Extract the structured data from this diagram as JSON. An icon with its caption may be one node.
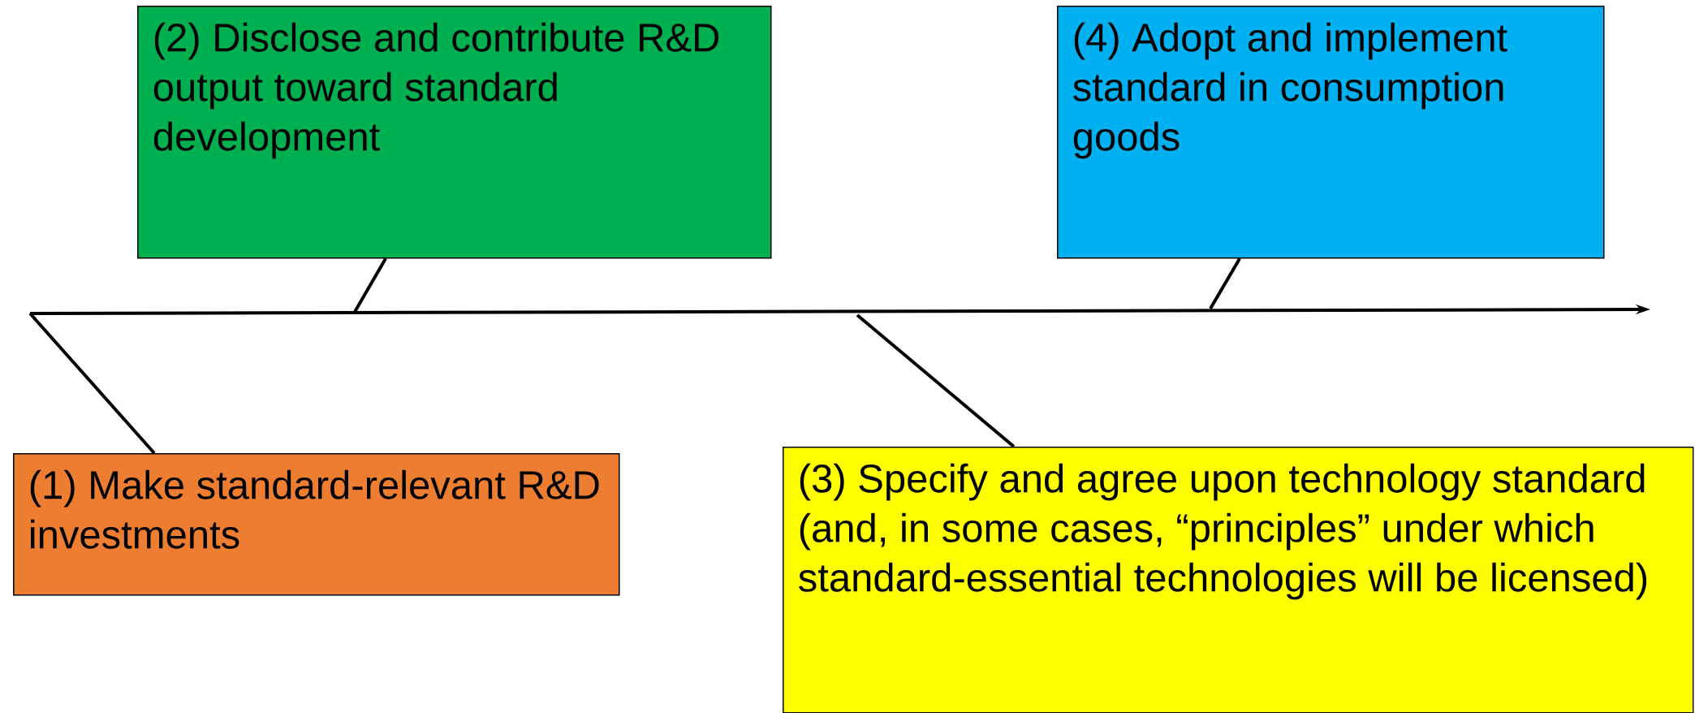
{
  "diagram": {
    "nodes": [
      {
        "text": [
          "(1) Make standard-relevant R&D investments"
        ]
      },
      {
        "text": [
          "(2) Disclose and contribute R&D output toward standard development"
        ]
      },
      {
        "text": [
          "(3) Specify and agree upon technology standard (and, in some cases, “principles” under which standard-essential technologies will be licensed)"
        ]
      },
      {
        "text": [
          "(4) Adopt and implement standard in consumption goods"
        ]
      }
    ],
    "edges": [
      {
        "from": 0,
        "to": null,
        "arrow": "none"
      },
      {
        "from": 1,
        "to": null,
        "arrow": "none"
      },
      {
        "from": 2,
        "to": null,
        "arrow": "none"
      },
      {
        "from": 3,
        "to": null,
        "arrow": "none"
      }
    ]
  }
}
